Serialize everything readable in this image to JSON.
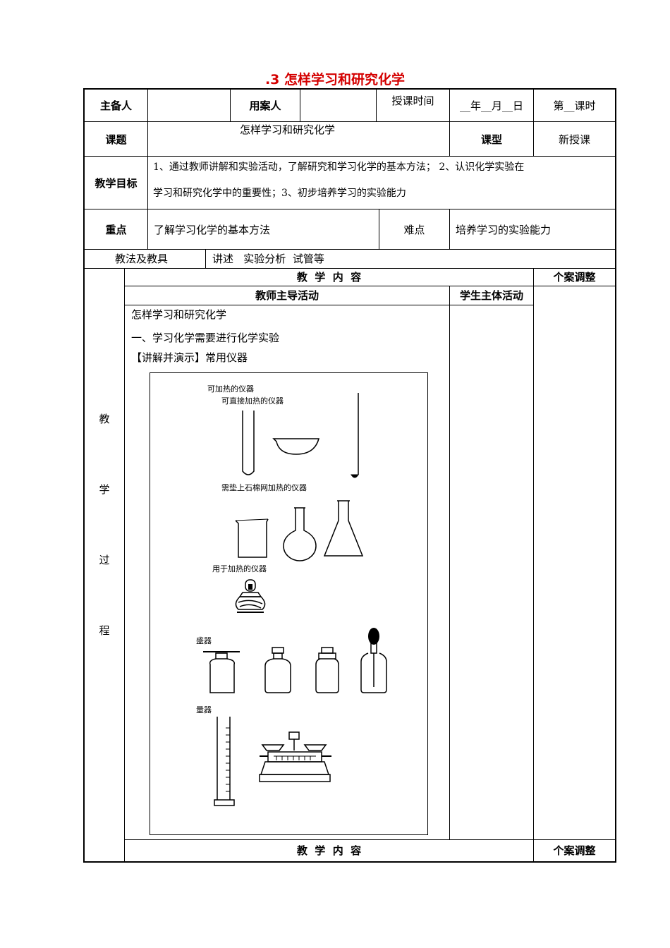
{
  "doc_title": ".3 怎样学习和研究化学",
  "header_row": {
    "prep_label": "主备人",
    "user_label": "用案人",
    "time_label": "授课时间",
    "date_text": "__年__月__日",
    "period_text": "第__课时"
  },
  "topic_row": {
    "label": "课题",
    "value": "怎样学习和研究化学",
    "type_label": "课型",
    "type_value": "新授课"
  },
  "goals_row": {
    "label": "教学目标",
    "line1": "1、通过教师讲解和实验活动，了解研究和学习化学的基本方法；  2、认识化学实验在",
    "line2": "学习和研究化学中的重要性；3、初步培养学习的实验能力"
  },
  "focus_row": {
    "key_label": "重点",
    "key_value": "了解学习化学的基本方法",
    "diff_label": "难点",
    "diff_value": "培养学习的实验能力"
  },
  "methods_row": {
    "label": "教法及教具",
    "value": "讲述   实验分析  试管等"
  },
  "content_header": {
    "content": "教  学  内  容",
    "adjust": "个案调整",
    "teacher": "教师主导活动",
    "student": "学生主体活动"
  },
  "process_label": [
    "教",
    "学",
    "过",
    "程"
  ],
  "lesson": {
    "line1": "怎样学习和研究化学",
    "line2": "一、学习化学需要进行化学实验",
    "line3": "【讲解并演示】常用仪器"
  },
  "figure": {
    "heatable": "可加热的仪器",
    "direct_heat": "可直接加热的仪器",
    "gauze_heat": "需垫上石棉网加热的仪器",
    "for_heating": "用于加热的仪器",
    "containers": "盛器",
    "measuring": "量器"
  },
  "footer_row": {
    "content": "教  学  内  容",
    "adjust": "个案调整"
  }
}
